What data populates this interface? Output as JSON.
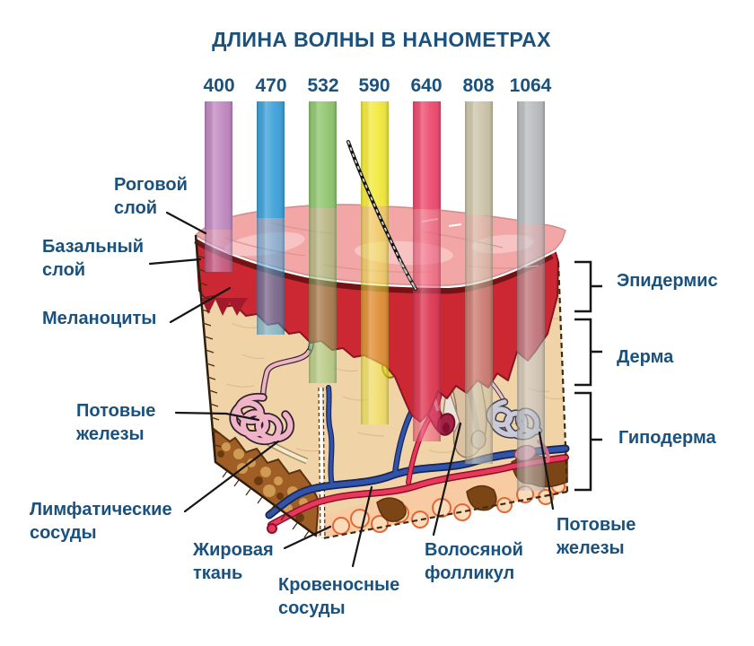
{
  "title": "ДЛИНА ВОЛНЫ В НАНОМЕТРАХ",
  "text_color": "#1a517d",
  "wavelengths_nm": [
    {
      "value": "400",
      "color": "#c28cc2"
    },
    {
      "value": "470",
      "color": "#42a4da"
    },
    {
      "value": "532",
      "color": "#92c873"
    },
    {
      "value": "590",
      "color": "#f3ea42"
    },
    {
      "value": "640",
      "color": "#ee4f72"
    },
    {
      "value": "808",
      "color": "#cdc6ac"
    },
    {
      "value": "1064",
      "color": "#bcbdc0"
    }
  ],
  "anatomy_labels": {
    "stratum_corneum": {
      "lines": [
        "Роговой",
        "слой"
      ]
    },
    "basal_layer": {
      "lines": [
        "Базальный",
        "слой"
      ]
    },
    "melanocytes": {
      "lines": [
        "Меланоциты"
      ]
    },
    "sweat_glands_left": {
      "lines": [
        "Потовые",
        "железы"
      ]
    },
    "lymphatic_vessels": {
      "lines": [
        "Лимфатические",
        "сосуды"
      ]
    },
    "fat_tissue": {
      "lines": [
        "Жировая",
        "ткань"
      ]
    },
    "blood_vessels": {
      "lines": [
        "Кровеносные",
        "сосуды"
      ]
    },
    "hair_follicle": {
      "lines": [
        "Волосяной",
        "фолликул"
      ]
    },
    "sweat_glands_right": {
      "lines": [
        "Потовые",
        "железы"
      ]
    }
  },
  "skin_layers": {
    "epidermis": "Эпидермис",
    "dermis": "Дерма",
    "hypodermis": "Гиподерма"
  },
  "palette": {
    "surface_pink": "#f2a6a6",
    "epidermis_red": "#cc2834",
    "dermis_tan": "#f1d3a8",
    "fat_tissue": "#f8cba2",
    "hypodermis_brown": "#9e5e26",
    "vessel_blue": "#3153a8",
    "vessel_red": "#e8395b",
    "line_black": "#161616"
  }
}
